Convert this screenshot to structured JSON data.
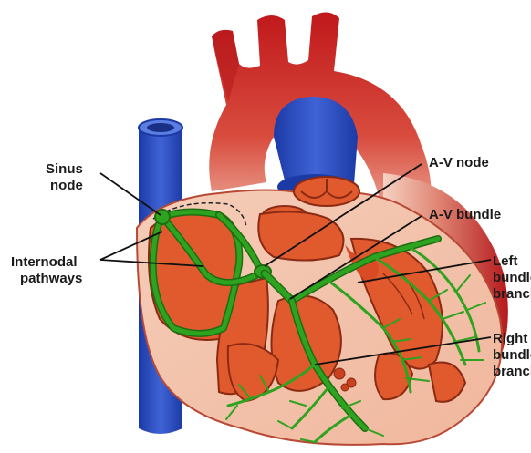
{
  "labels": {
    "sinus_node": [
      "Sinus",
      "node"
    ],
    "internodal": [
      "Internodal",
      "pathways"
    ],
    "av_node": "A-V node",
    "av_bundle": "A-V bundle",
    "left_bundle": [
      "Left",
      "bundle",
      "branch"
    ],
    "right_bundle": [
      "Right",
      "bundle",
      "branch"
    ]
  },
  "colors": {
    "aorta_red": "#c81e1e",
    "vessel_blue": "#2446b8",
    "chamber_orange": "#e2582b",
    "wall_pink": "#f6cdb8",
    "conduction_green": "#2ea31f"
  }
}
